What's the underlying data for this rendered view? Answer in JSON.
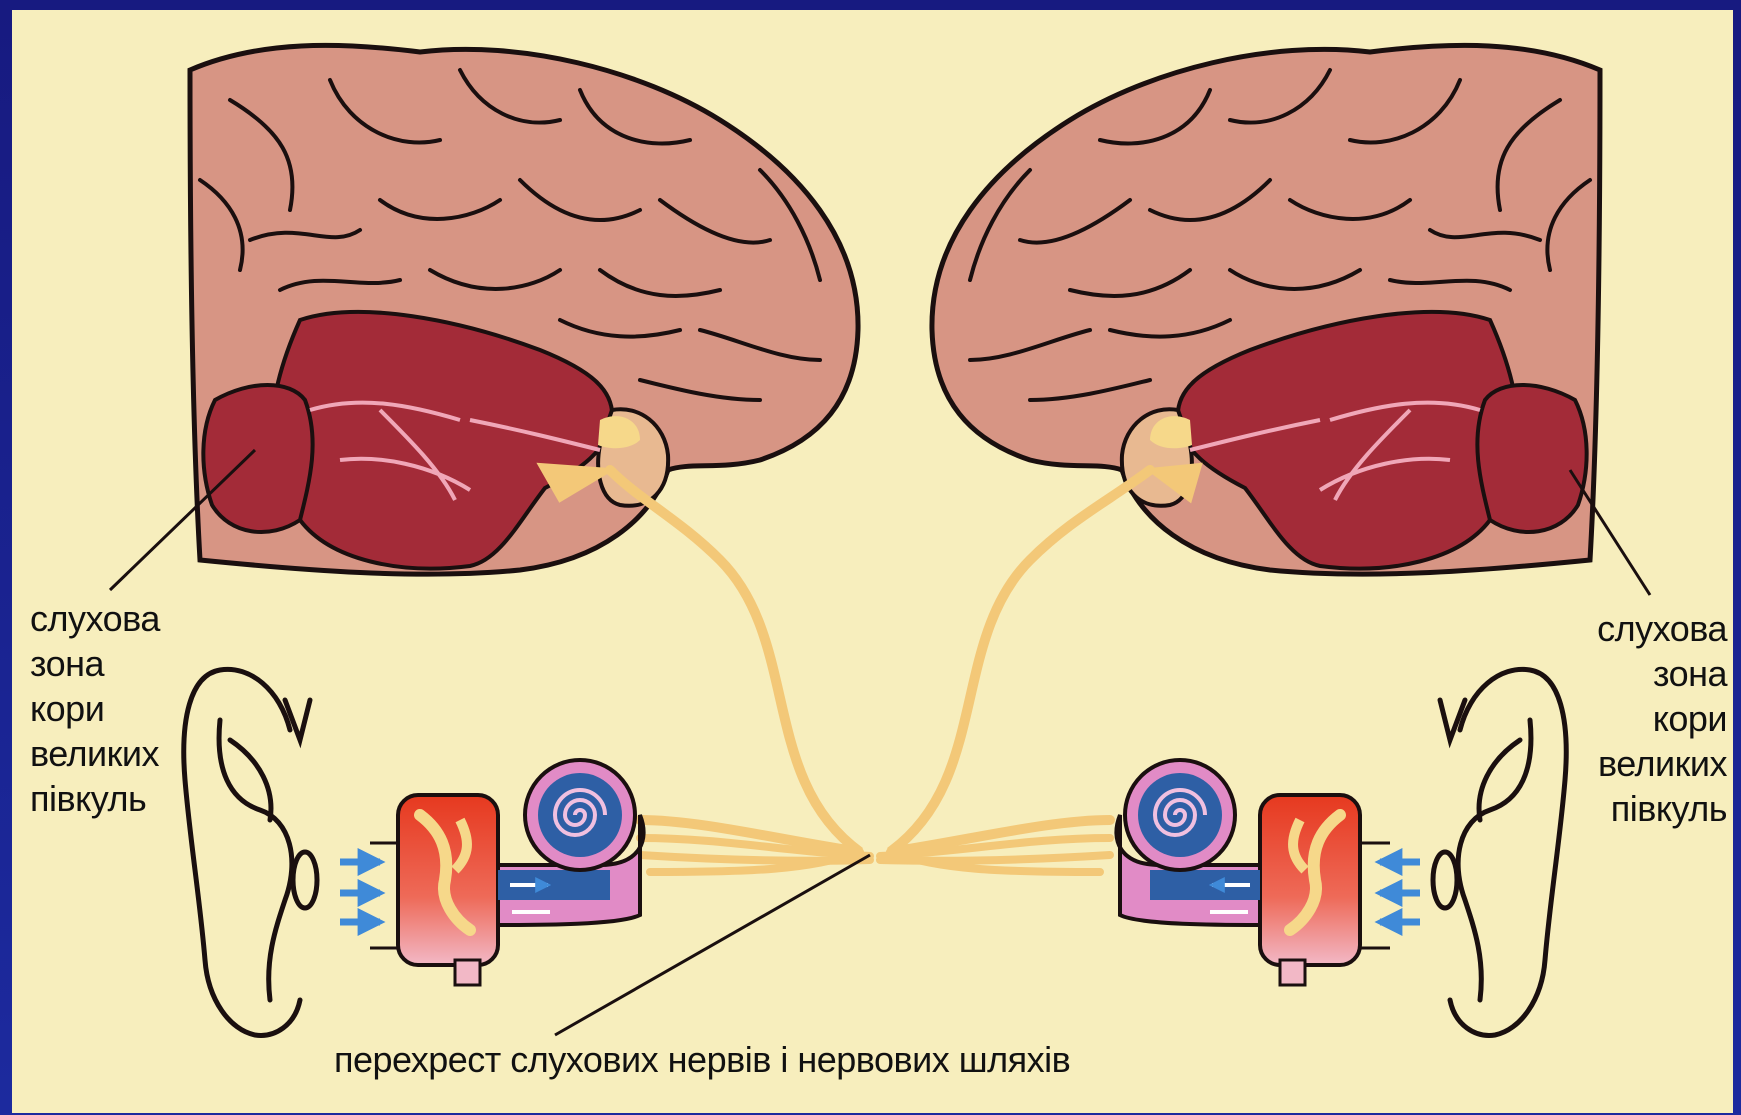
{
  "labels": {
    "left_zone": "слухова\nзона\nкори\nвеликих\nпівкуль",
    "right_zone": "слухова\nзона\nкори\nвеликих\nпівкуль",
    "crossing": "перехрест слухових нервів і нервових шляхів"
  },
  "colors": {
    "background_frame": "#1c2398",
    "panel": "#f7eebd",
    "brain": "#d79584",
    "auditory_zone": "#a32b38",
    "nerve_path": "#f3c878",
    "cochlea_outer": "#e18bc6",
    "cochlea_inner": "#2e5fa5",
    "middle_ear": "#e63b22",
    "sound_arrows": "#3f8ad8"
  }
}
